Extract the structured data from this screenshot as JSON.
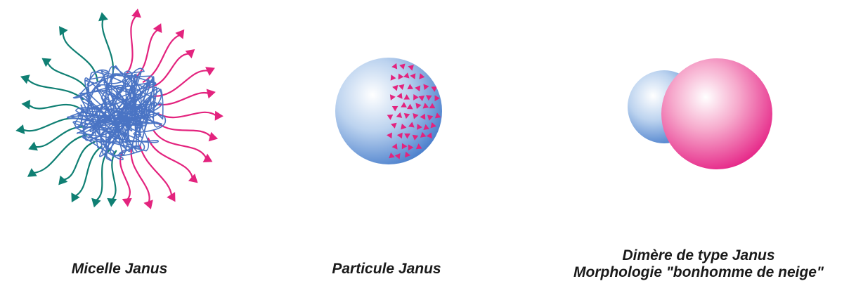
{
  "colors": {
    "coil_blue": "#4a74c4",
    "chain_teal": "#0f7f73",
    "chain_magenta": "#e3237e",
    "sphere_blue_light": "#ffffff",
    "sphere_blue_dark": "#3f77c9",
    "sphere_pink_light": "#ffffff",
    "sphere_pink_dark": "#e3107c"
  },
  "captions": {
    "micelle": "Micelle Janus",
    "particule": "Particule Janus",
    "dimere_line1": "Dimère de type Janus",
    "dimere_line2": "Morphologie \"bonhomme de neige\""
  },
  "icons": {
    "micelle": "janus-micelle-icon",
    "particule": "janus-particle-icon",
    "dimere": "snowman-dimer-icon"
  }
}
